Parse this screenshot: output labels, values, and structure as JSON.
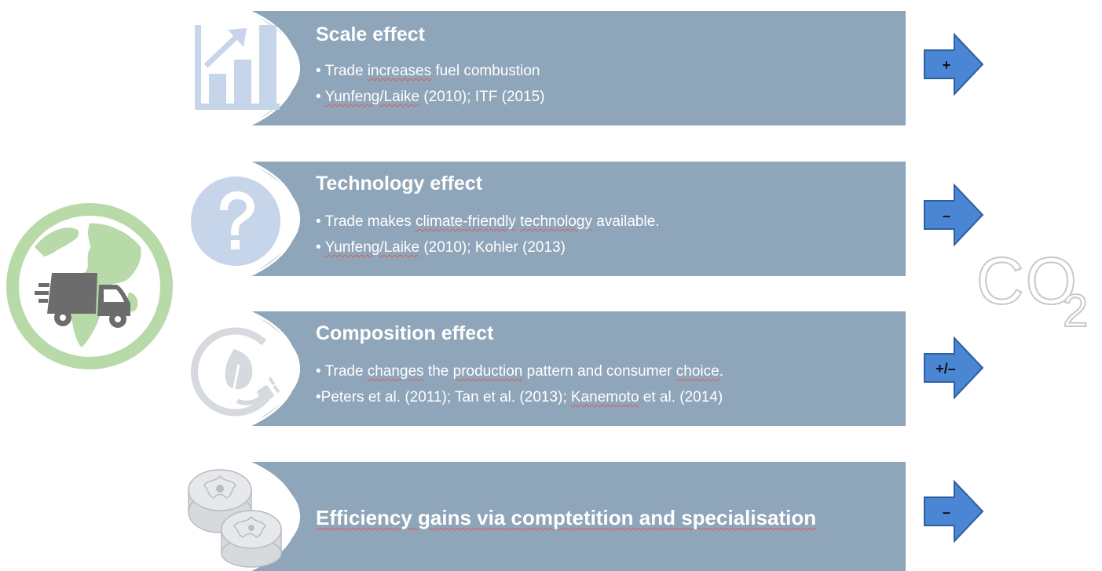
{
  "colors": {
    "band": "#8fa5b9",
    "band_text": "#ffffff",
    "icon_blue": "#c6d5ea",
    "icon_grey": "#d6d9dd",
    "globe_green": "#b8d9a8",
    "arrow_fill": "#4a86d4",
    "arrow_stroke": "#2f5f9e",
    "co2_outline": "#c9c9c9"
  },
  "rows": [
    {
      "icon": "bar-chart-growth-icon",
      "title": "Scale effect",
      "lines": [
        [
          "• Trade ",
          {
            "u": "increases"
          },
          " fuel combustion"
        ],
        [
          "•  ",
          {
            "u": "Yunfeng/Laike"
          },
          " (2010); ITF (2015)"
        ]
      ],
      "sign": "+"
    },
    {
      "icon": "question-mark-icon",
      "title": "Technology effect",
      "lines": [
        [
          "• Trade makes ",
          {
            "u": "climate-friendly"
          },
          " ",
          {
            "u": "technology"
          },
          " available."
        ],
        [
          "• ",
          {
            "u": "Yunfeng/Laike"
          },
          " (2010); Kohler (2013)"
        ]
      ],
      "sign": "–"
    },
    {
      "icon": "eco-plug-icon",
      "title": "Composition effect",
      "lines": [
        [
          "• Trade ",
          {
            "u": "changes"
          },
          " the ",
          {
            "u": "production"
          },
          " pattern and consumer ",
          {
            "u": "choice"
          },
          "."
        ],
        [
          "•Peters et al. (2011); Tan et al. (2013); ",
          {
            "u": "Kanemoto"
          },
          " et al. (2014)"
        ]
      ],
      "sign": "+/–"
    },
    {
      "icon": "interlocking-gears-icon",
      "title": "Efficiency gains via comptetition and specialisation",
      "lines": [],
      "sign": "–"
    }
  ],
  "globe": {
    "icon": "globe-truck-icon"
  },
  "co2": {
    "main": "CO",
    "sub": "2"
  }
}
